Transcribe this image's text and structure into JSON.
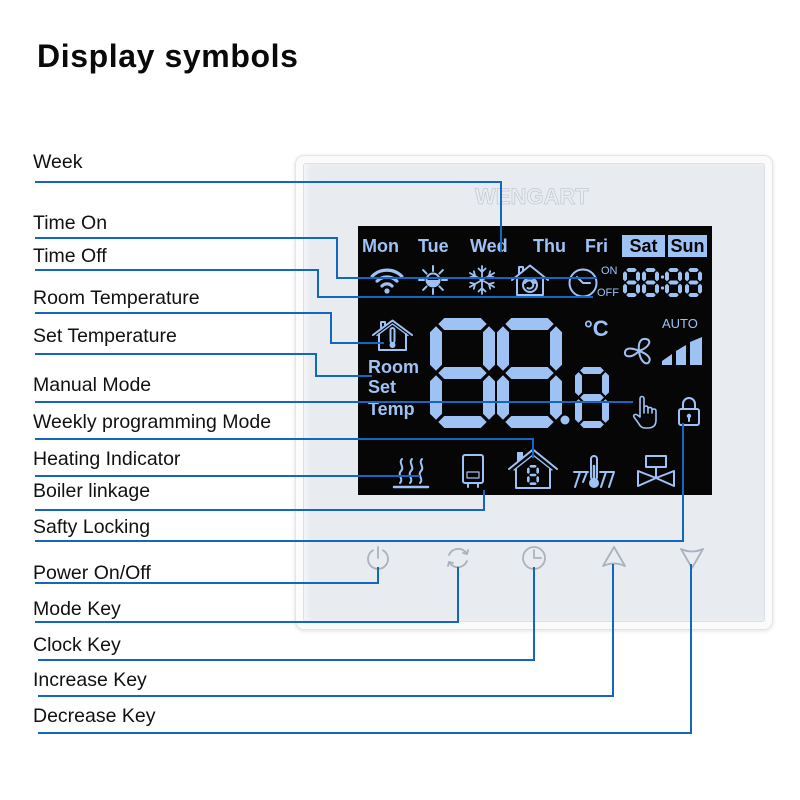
{
  "title": "Display symbols",
  "callouts": [
    {
      "label": "Week"
    },
    {
      "label": "Time On"
    },
    {
      "label": "Time Off"
    },
    {
      "label": "Room Temperature"
    },
    {
      "label": "Set Temperature"
    },
    {
      "label": "Manual Mode"
    },
    {
      "label": "Weekly programming Mode"
    },
    {
      "label": "Heating Indicator"
    },
    {
      "label": "Boiler linkage"
    },
    {
      "label": "Safty Locking"
    },
    {
      "label": "Power On/Off"
    },
    {
      "label": "Mode Key"
    },
    {
      "label": "Clock Key"
    },
    {
      "label": "Increase Key"
    },
    {
      "label": "Decrease Key"
    }
  ],
  "device": {
    "brand": "WENGART",
    "lcd": {
      "days": [
        {
          "label": "Mon",
          "highlighted": false
        },
        {
          "label": "Tue",
          "highlighted": false
        },
        {
          "label": "Wed",
          "highlighted": false
        },
        {
          "label": "Thu",
          "highlighted": false
        },
        {
          "label": "Fri",
          "highlighted": false
        },
        {
          "label": "Sat",
          "highlighted": true
        },
        {
          "label": "Sun",
          "highlighted": true
        }
      ],
      "timer_on_label": "ON",
      "timer_off_label": "OFF",
      "clock_display": "88:88",
      "main_display": "88.8",
      "unit": "°C",
      "fan_mode": "AUTO",
      "temp_labels": [
        "Room",
        "Set",
        "Temp"
      ],
      "weekly_program_digit": "8",
      "icons": [
        "wifi-icon",
        "sun-icon",
        "snowflake-icon",
        "house-fan-icon",
        "clock-icon",
        "house-thermometer-icon",
        "fan-icon",
        "fan-speed-bars-icon",
        "hand-icon",
        "lock-icon",
        "heating-icon",
        "boiler-icon",
        "weekly-program-house-icon",
        "floor-thermometer-icon",
        "valve-icon"
      ]
    },
    "keys": [
      {
        "icon": "power-icon",
        "name": "Power"
      },
      {
        "icon": "mode-cycle-icon",
        "name": "Mode"
      },
      {
        "icon": "clock-icon",
        "name": "Clock"
      },
      {
        "icon": "triangle-up-icon",
        "name": "Increase"
      },
      {
        "icon": "triangle-down-icon",
        "name": "Decrease"
      }
    ]
  },
  "colors": {
    "lcd_segment": "#9fc2f5",
    "lcd_background": "#060606",
    "connector": "#1467c0",
    "key_icon": "#a9b2be",
    "panel_face": "#e8ebf0",
    "label_text": "#111111"
  }
}
